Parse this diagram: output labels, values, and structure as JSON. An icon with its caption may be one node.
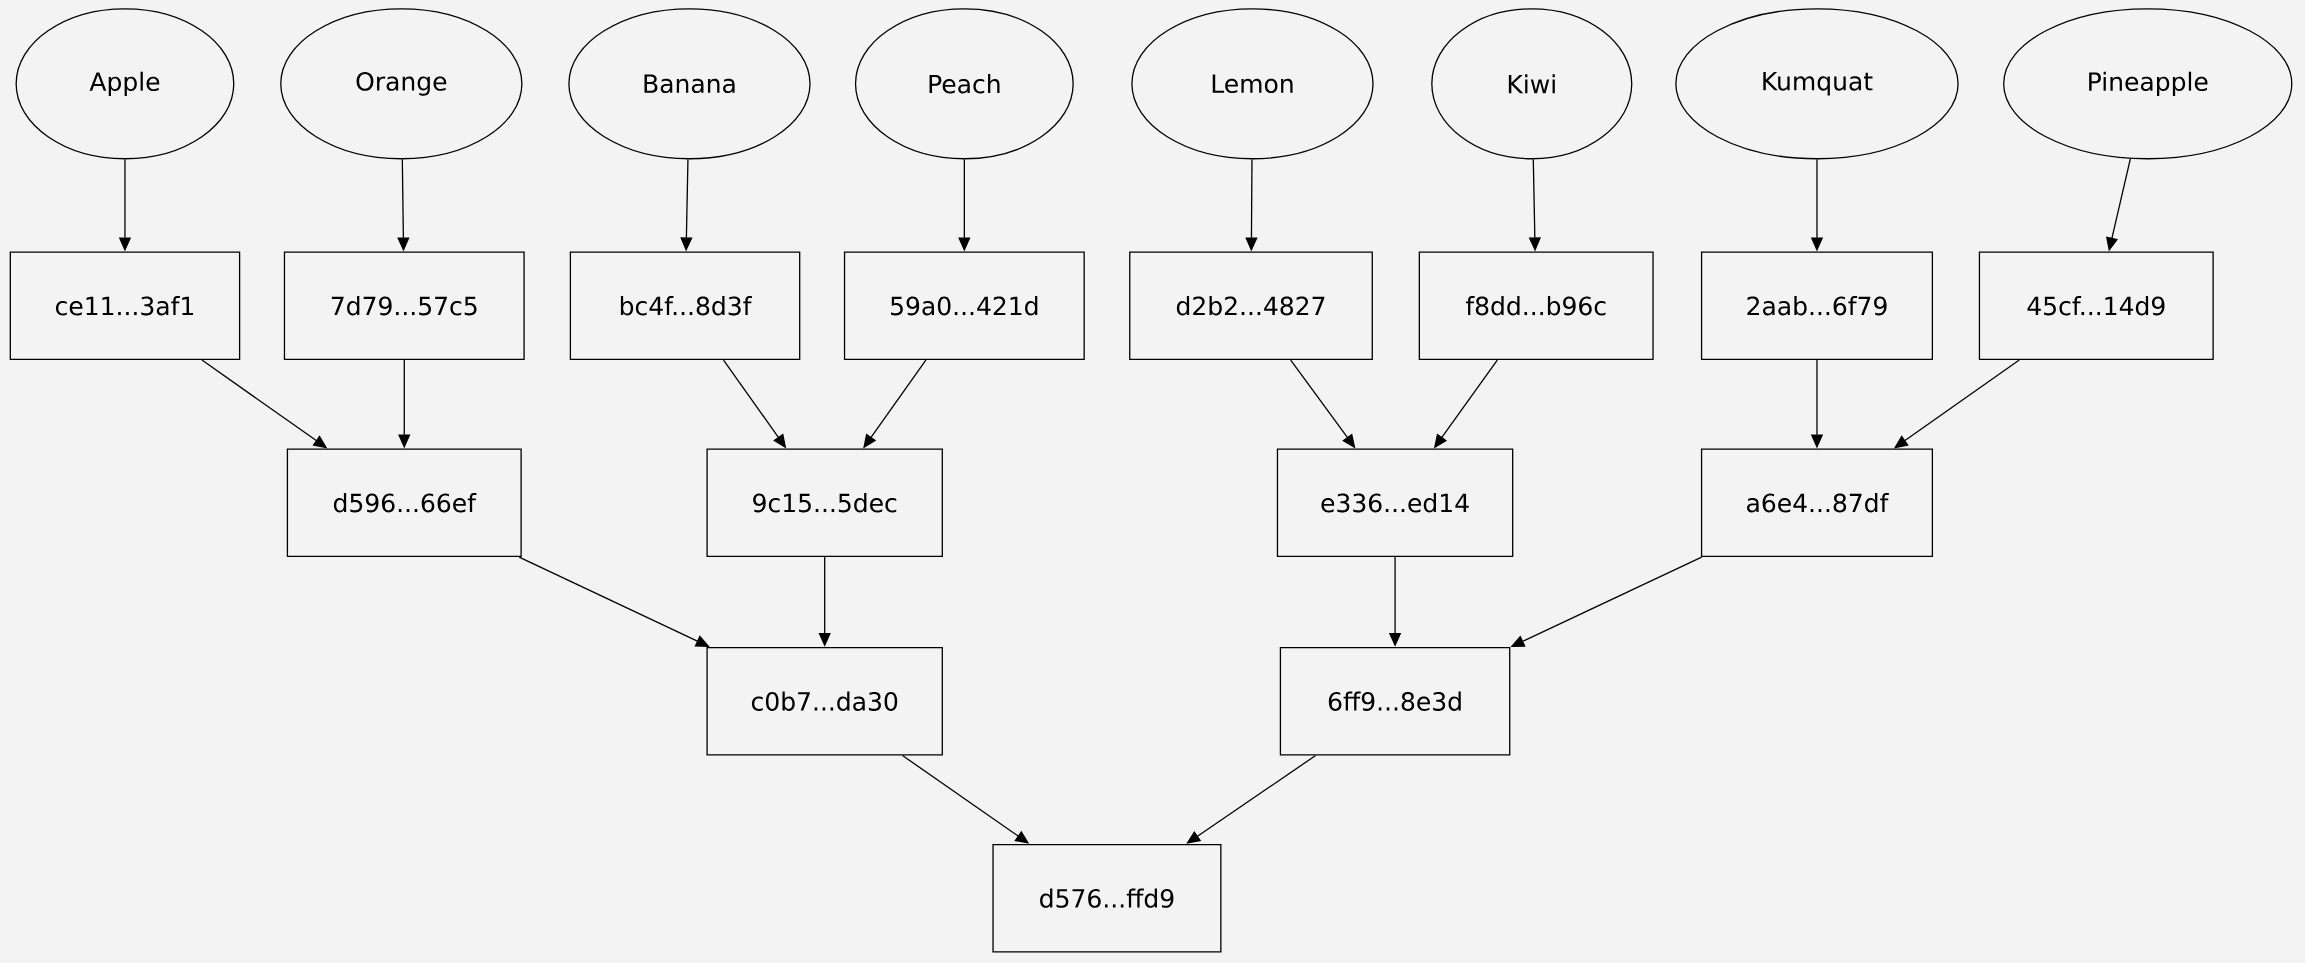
{
  "diagram": {
    "nodes": [
      {
        "text": [
          "Apple"
        ]
      },
      {
        "text": [
          "Orange"
        ]
      },
      {
        "text": [
          "Banana"
        ]
      },
      {
        "text": [
          "Peach"
        ]
      },
      {
        "text": [
          "Lemon"
        ]
      },
      {
        "text": [
          "Kiwi"
        ]
      },
      {
        "text": [
          "Kumquat"
        ]
      },
      {
        "text": [
          "Pineapple"
        ]
      },
      {
        "text": [
          "ce11...3af1"
        ]
      },
      {
        "text": [
          "7d79...57c5"
        ]
      },
      {
        "text": [
          "bc4f...8d3f"
        ]
      },
      {
        "text": [
          "59a0...421d"
        ]
      },
      {
        "text": [
          "d2b2...4827"
        ]
      },
      {
        "text": [
          "f8dd...b96c"
        ]
      },
      {
        "text": [
          "2aab...6f79"
        ]
      },
      {
        "text": [
          "45cf...14d9"
        ]
      },
      {
        "text": [
          "d596...66ef"
        ]
      },
      {
        "text": [
          "9c15...5dec"
        ]
      },
      {
        "text": [
          "e336...ed14"
        ]
      },
      {
        "text": [
          "a6e4...87df"
        ]
      },
      {
        "text": [
          "c0b7...da30"
        ]
      },
      {
        "text": [
          "6ff9...8e3d"
        ]
      },
      {
        "text": [
          "d576...ffd9"
        ]
      }
    ],
    "edges": [
      {
        "from": 0,
        "to": 8,
        "arrow": "to"
      },
      {
        "from": 1,
        "to": 9,
        "arrow": "to"
      },
      {
        "from": 2,
        "to": 10,
        "arrow": "to"
      },
      {
        "from": 3,
        "to": 11,
        "arrow": "to"
      },
      {
        "from": 4,
        "to": 12,
        "arrow": "to"
      },
      {
        "from": 5,
        "to": 13,
        "arrow": "to"
      },
      {
        "from": 6,
        "to": 14,
        "arrow": "to"
      },
      {
        "from": 7,
        "to": 15,
        "arrow": "to"
      },
      {
        "from": 8,
        "to": 16,
        "arrow": "to"
      },
      {
        "from": 9,
        "to": 16,
        "arrow": "to"
      },
      {
        "from": 10,
        "to": 17,
        "arrow": "to"
      },
      {
        "from": 11,
        "to": 17,
        "arrow": "to"
      },
      {
        "from": 12,
        "to": 18,
        "arrow": "to"
      },
      {
        "from": 13,
        "to": 18,
        "arrow": "to"
      },
      {
        "from": 14,
        "to": 19,
        "arrow": "to"
      },
      {
        "from": 15,
        "to": 19,
        "arrow": "to"
      },
      {
        "from": 16,
        "to": 20,
        "arrow": "to"
      },
      {
        "from": 17,
        "to": 20,
        "arrow": "to"
      },
      {
        "from": 18,
        "to": 21,
        "arrow": "to"
      },
      {
        "from": 19,
        "to": 21,
        "arrow": "to"
      },
      {
        "from": 20,
        "to": 22,
        "arrow": "to"
      },
      {
        "from": 21,
        "to": 22,
        "arrow": "to"
      }
    ]
  }
}
